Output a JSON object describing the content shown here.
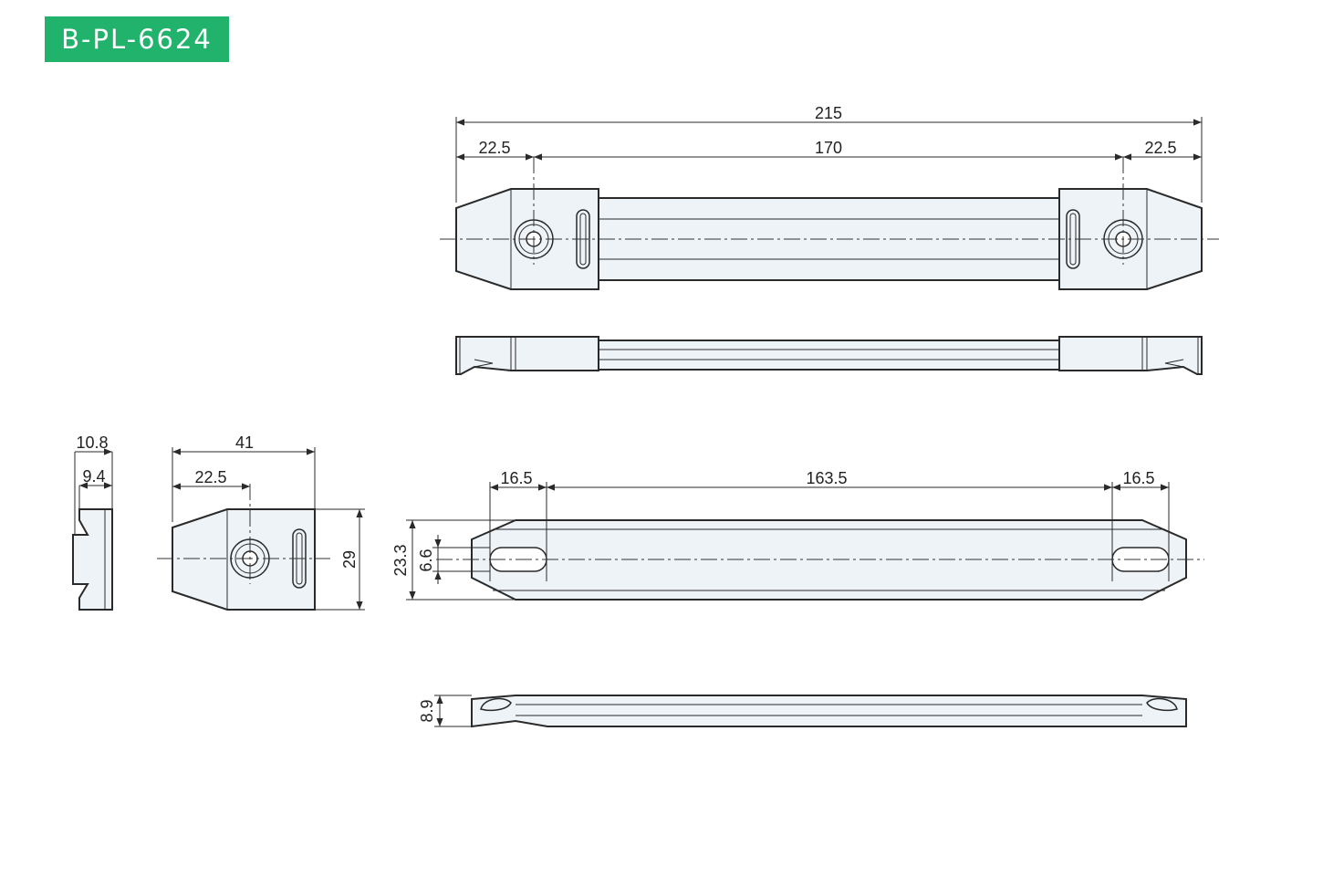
{
  "product_code": "B-PL-6624",
  "colors": {
    "badge": "#21b26b",
    "part_fill": "#eef3f8",
    "line": "#2a2a2a"
  },
  "dimensions": {
    "overall_length": "215",
    "end_offset_left": "22.5",
    "hole_pitch": "170",
    "end_offset_right": "22.5",
    "cap_height": "10.8",
    "cap_inner": "9.4",
    "cap_length": "41",
    "cap_hole_offset": "22.5",
    "cap_width": "29",
    "strap_slot_left": "16.5",
    "strap_slot_pitch": "163.5",
    "strap_slot_right": "16.5",
    "strap_width": "23.3",
    "slot_width": "6.6",
    "strap_thickness": "8.9"
  }
}
